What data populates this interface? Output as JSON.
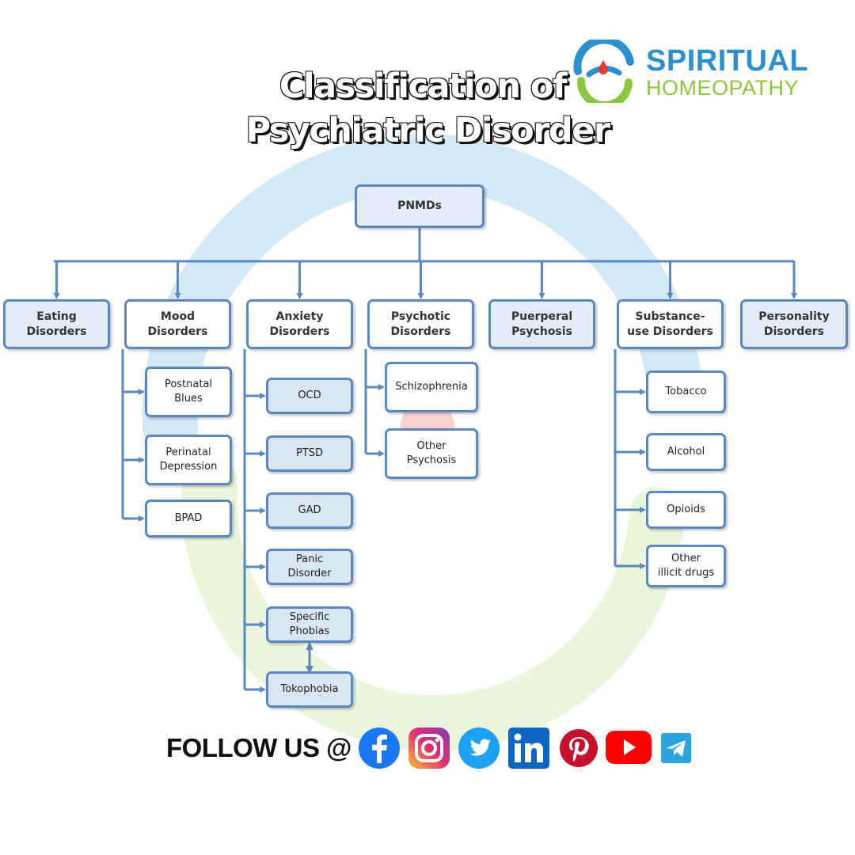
{
  "title": {
    "line1": "Classification of",
    "line2": "Psychiatric Disorder"
  },
  "brand": {
    "name": "SPIRITUAL",
    "sub": "HOMEOPATHY",
    "colors": {
      "blue": "#2b8fd0",
      "green": "#8cc63f",
      "red": "#e53935"
    }
  },
  "diagram": {
    "root": "PNMDs",
    "categories": [
      {
        "label": "Eating\nDisorders",
        "children": []
      },
      {
        "label": "Mood\nDisorders",
        "children": [
          "Postnatal\nBlues",
          "Perinatal\nDepression",
          "BPAD"
        ]
      },
      {
        "label": "Anxiety\nDisorders",
        "children": [
          "OCD",
          "PTSD",
          "GAD",
          "Panic\nDisorder",
          "Specific\nPhobias",
          "Tokophobia"
        ]
      },
      {
        "label": "Psychotic\nDisorders",
        "children": [
          "Schizophrenia",
          "Other\nPsychosis"
        ]
      },
      {
        "label": "Puerperal\nPsychosis",
        "children": []
      },
      {
        "label": "Substance-\nuse Disorders",
        "children": [
          "Tobacco",
          "Alcohol",
          "Opioids",
          "Other\nillicit drugs"
        ]
      },
      {
        "label": "Personality\nDisorders",
        "children": []
      }
    ],
    "colors": {
      "border": "#5b88c0",
      "fill": "#e4ecf7"
    }
  },
  "footer": {
    "follow_label": "FOLLOW US @",
    "social_icons": [
      "facebook-icon",
      "instagram-icon",
      "twitter-icon",
      "linkedin-icon",
      "pinterest-icon",
      "youtube-icon",
      "telegram-icon"
    ]
  }
}
